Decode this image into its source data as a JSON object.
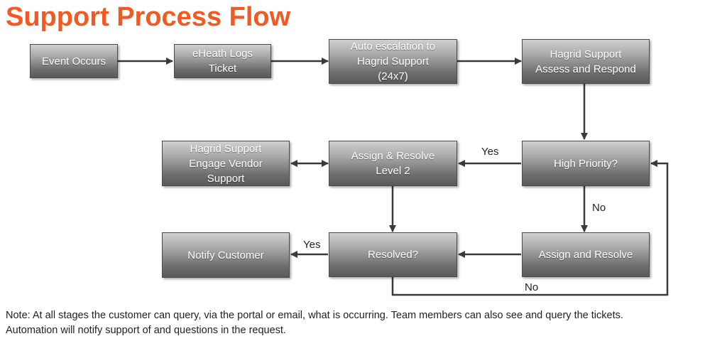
{
  "title": "Support Process Flow",
  "nodes": {
    "event_occurs": "Event Occurs",
    "ehealth_logs_ticket": "eHeath Logs\nTicket",
    "auto_escalation": "Auto escalation to\nHagrid Support\n(24x7)",
    "assess_respond": "Hagrid Support\nAssess and Respond",
    "high_priority": "High Priority?",
    "assign_resolve_l2": "Assign & Resolve\nLevel 2",
    "engage_vendor": "Hagrid Support\nEngage Vendor\nSupport",
    "assign_resolve": "Assign and Resolve",
    "resolved": "Resolved?",
    "notify_customer": "Notify Customer"
  },
  "edge_labels": {
    "high_priority_yes": "Yes",
    "high_priority_no": "No",
    "resolved_yes": "Yes",
    "resolved_no": "No"
  },
  "note": "Note: At all stages the customer can query, via the portal or email, what is occurring. Team members can also see and query the tickets. Automation will notify support of and questions in the request."
}
